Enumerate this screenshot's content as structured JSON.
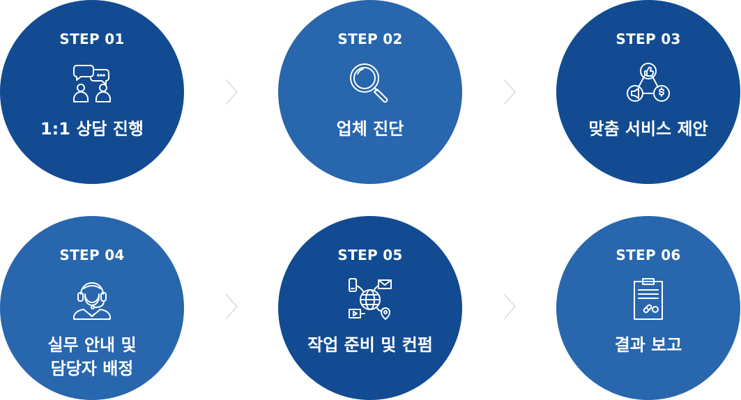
{
  "steps": [
    {
      "num": "STEP 01",
      "title_lines": [
        "1:1 상담 진행"
      ],
      "icon": "consultation-icon"
    },
    {
      "num": "STEP 02",
      "title_lines": [
        "업체 진단"
      ],
      "icon": "magnifier-icon"
    },
    {
      "num": "STEP 03",
      "title_lines": [
        "맞춤 서비스 제안"
      ],
      "icon": "service-network-icon"
    },
    {
      "num": "STEP 04",
      "title_lines": [
        "실무 안내 및",
        "담당자 배정"
      ],
      "icon": "headset-agent-icon"
    },
    {
      "num": "STEP 05",
      "title_lines": [
        "작업 준비 및 컨펌"
      ],
      "icon": "globe-media-icon"
    },
    {
      "num": "STEP 06",
      "title_lines": [
        "결과 보고"
      ],
      "icon": "report-clipboard-icon"
    }
  ],
  "colors": {
    "dark": "#124b91",
    "light": "#2866ad",
    "arrow": "#d6dbe3"
  }
}
